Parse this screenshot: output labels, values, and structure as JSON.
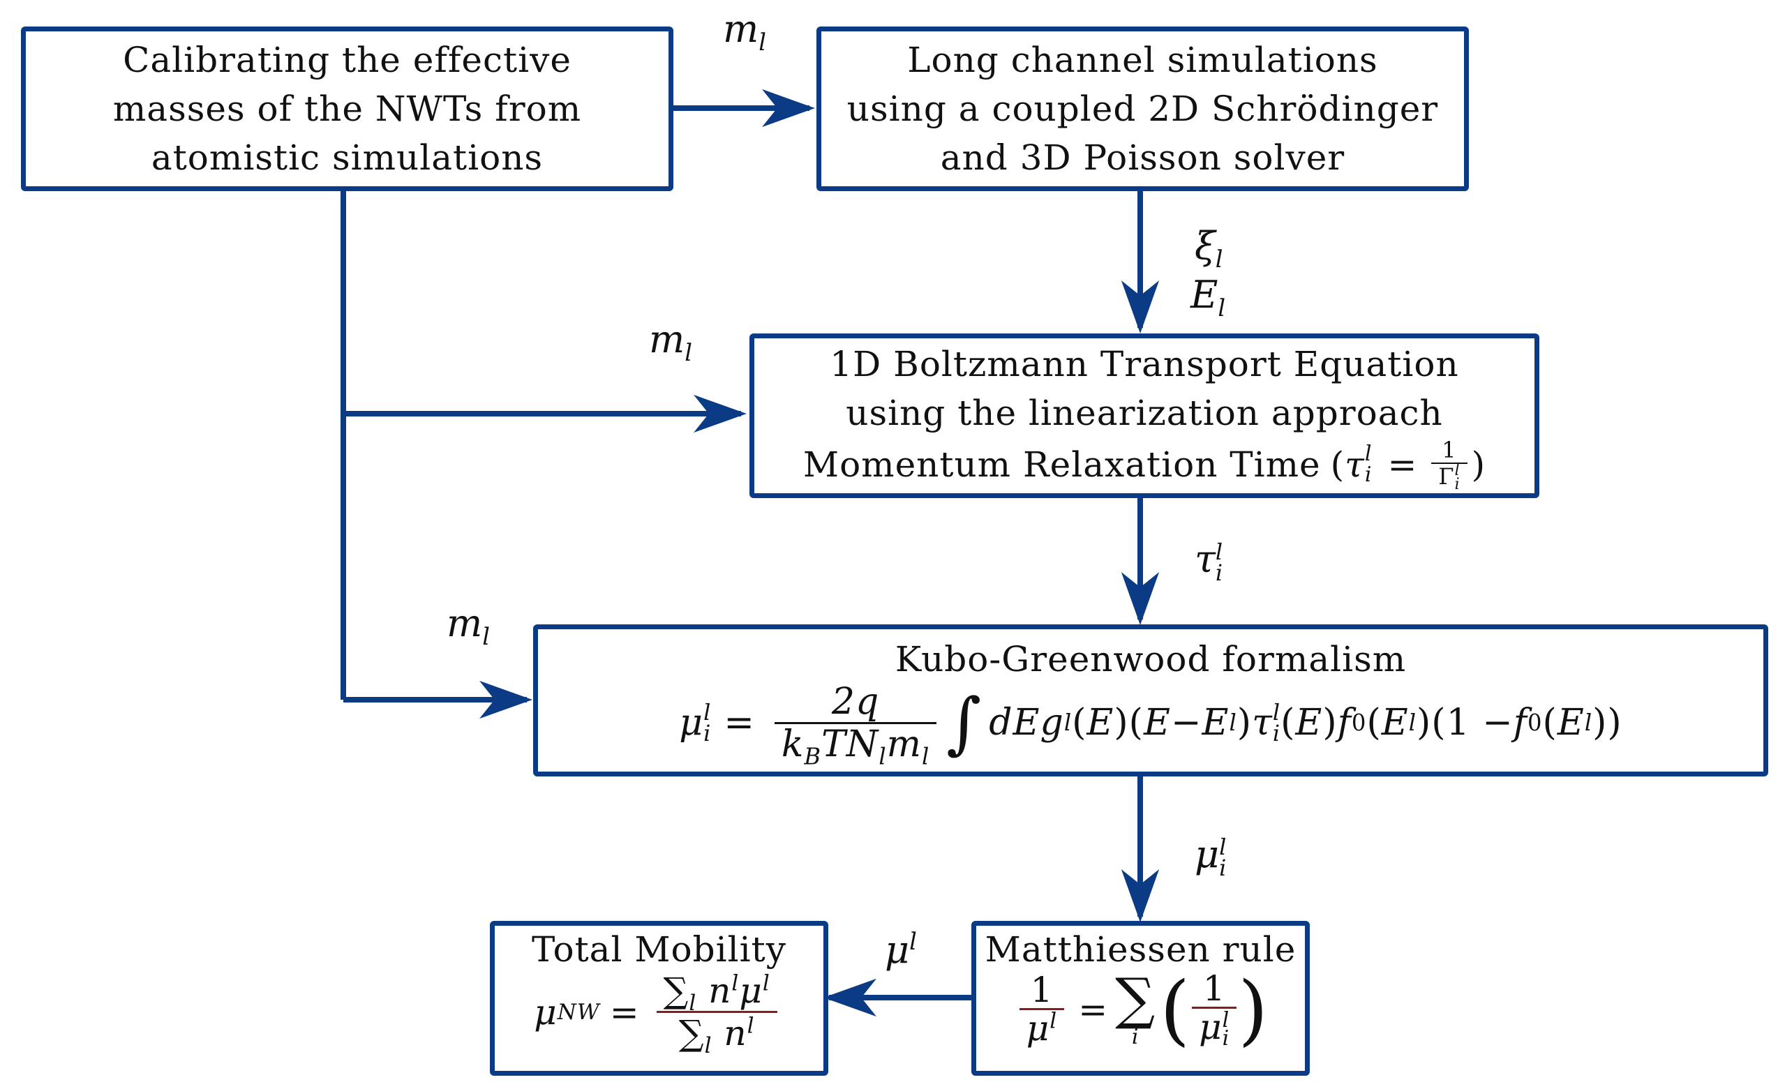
{
  "colors": {
    "box_border": "#0c3b86",
    "arrow": "#0c3b86",
    "fraction_bar_red": "#8b1a1a"
  },
  "boxes": {
    "calibrate": {
      "lines": [
        "Calibrating the effective",
        "masses of the NWTs from",
        "atomistic simulations"
      ]
    },
    "long_channel": {
      "lines": [
        "Long channel simulations",
        "using a coupled 2D Schrödinger",
        "and 3D Poisson solver"
      ]
    },
    "bte": {
      "lines": [
        "1D Boltzmann Transport Equation",
        "using the linearization approach"
      ],
      "line3_text": "Momentum Relaxation Time",
      "line3_tau": "τ",
      "line3_eq": "=",
      "line3_num": "1",
      "line3_gamma": "Γ"
    },
    "kubo": {
      "title": "Kubo-Greenwood formalism",
      "lhs": "μ",
      "eq": "=",
      "num": "2q",
      "den": "k",
      "den_sub_B": "B",
      "den_rest": "TN",
      "den_m": "m",
      "integral": "∫",
      "integrand": "dEg"
    },
    "matthiessen": {
      "title": "Matthiessen rule",
      "one": "1",
      "mu": "μ",
      "eq": "=",
      "sum": "∑"
    },
    "total": {
      "title": "Total Mobility",
      "lhs": "μ",
      "lhs_sub": "NW",
      "eq": "=",
      "sum": "∑"
    }
  },
  "labels": {
    "m_l_top": "m",
    "m_l_mid": "m",
    "m_l_low": "m",
    "xi": "ξ",
    "E": "E",
    "tau": "τ",
    "mu_i": "μ",
    "mu_l": "μ",
    "sub_l": "l",
    "sub_i": "i",
    "sup_l": "l"
  }
}
